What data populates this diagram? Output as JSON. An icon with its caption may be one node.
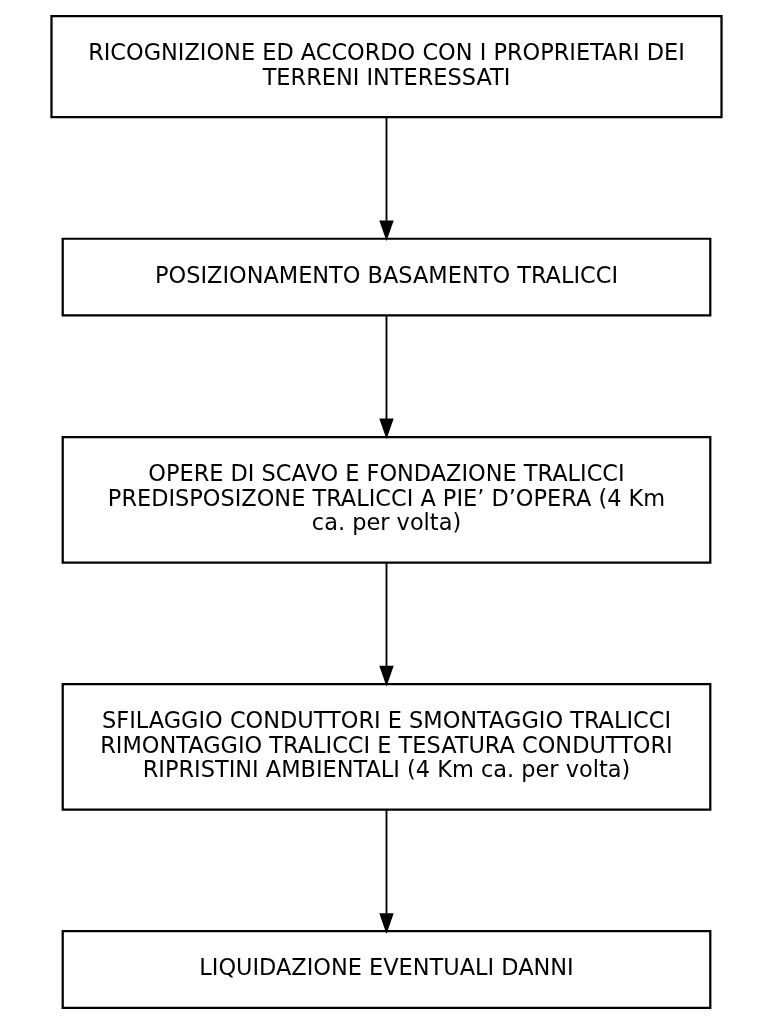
{
  "diagram": {
    "nodes": [
      {
        "text": [
          "RICOGNIZIONE ED ACCORDO CON I PROPRIETARI DEI TERRENI INTERESSATI"
        ]
      },
      {
        "text": [
          "POSIZIONAMENTO BASAMENTO TRALICCI"
        ]
      },
      {
        "text": [
          "OPERE DI SCAVO E FONDAZIONE TRALICCI PREDISPOSIZONE TRALICCI A PIE’ D’OPERA (4 Km ca. per volta)"
        ]
      },
      {
        "text": [
          "SFILAGGIO CONDUTTORI E SMONTAGGIO TRALICCI RIMONTAGGIO TRALICCI E TESATURA CONDUTTORI RIPRISTINI AMBIENTALI (4 Km ca. per volta)"
        ]
      },
      {
        "text": [
          "LIQUIDAZIONE EVENTUALI DANNI"
        ]
      }
    ],
    "edges": [
      {
        "from": 0,
        "to": 1,
        "arrow": "to"
      },
      {
        "from": 1,
        "to": 2,
        "arrow": "to"
      },
      {
        "from": 2,
        "to": 3,
        "arrow": "to"
      },
      {
        "from": 3,
        "to": 4,
        "arrow": "to"
      }
    ]
  }
}
